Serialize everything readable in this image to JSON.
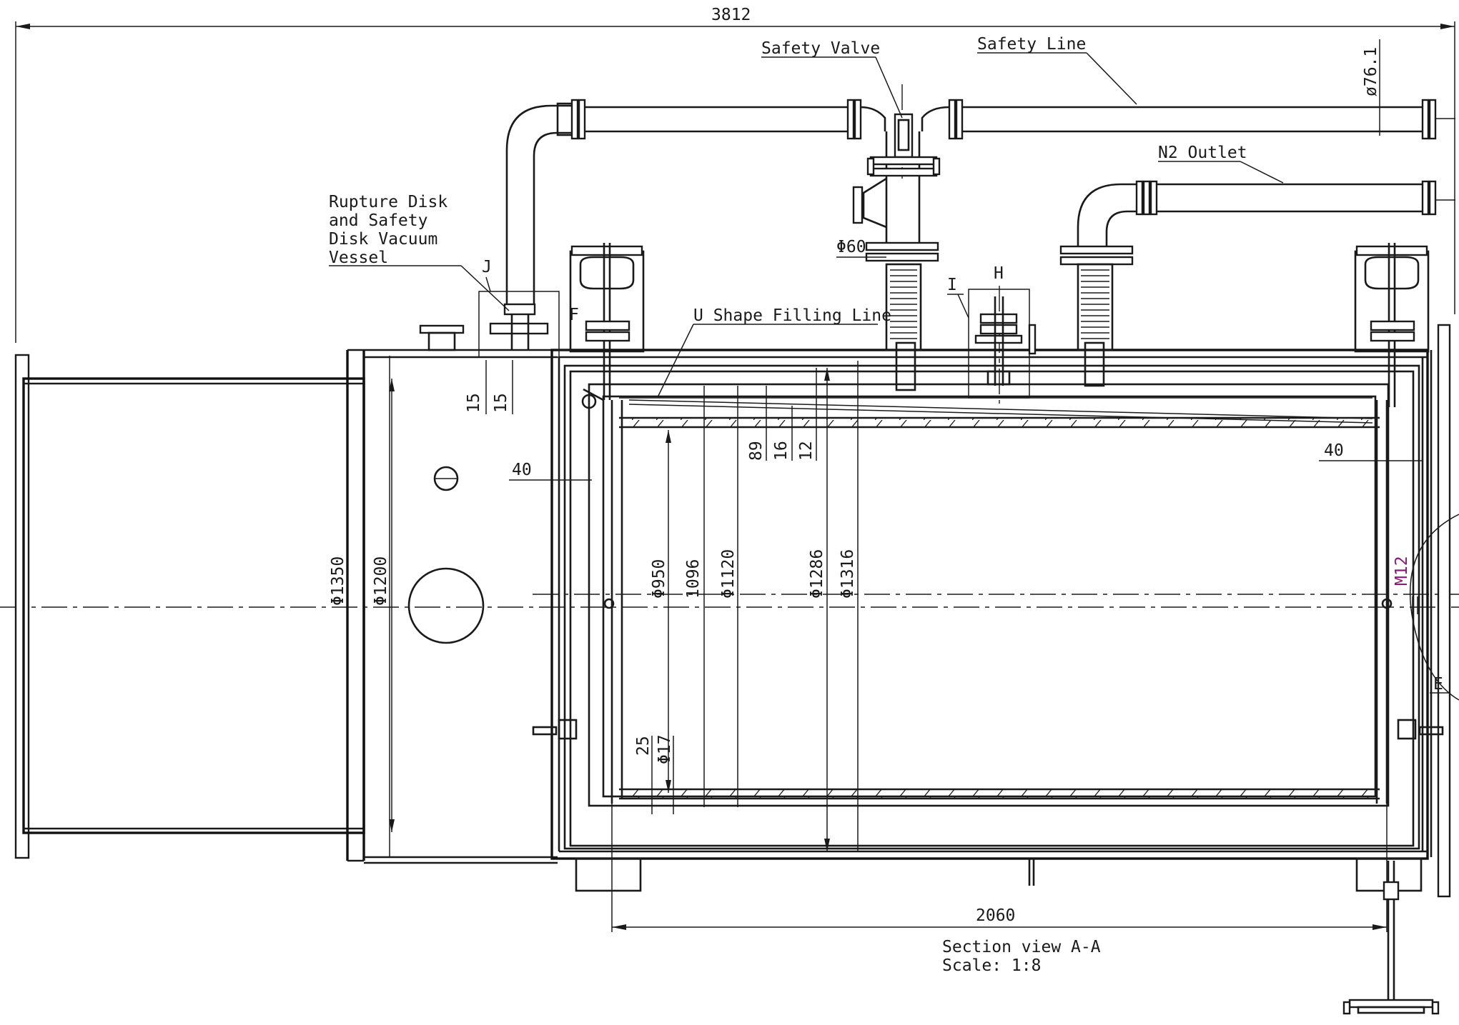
{
  "drawing": {
    "accent_color": "#8a1a7a",
    "labels": {
      "safety_valve": "Safety Valve",
      "safety_line": "Safety Line",
      "n2_outlet": "N2 Outlet",
      "rupture_1": "Rupture Disk",
      "rupture_2": "and Safety",
      "rupture_3": "Disk Vacuum",
      "rupture_4": "Vessel",
      "u_shape": "U Shape Filling Line",
      "detail_j": "J",
      "detail_h": "H",
      "detail_i": "I",
      "detail_f": "F",
      "detail_e": "E",
      "section_title": "Section view A-A",
      "scale": "Scale:  1:8"
    },
    "dimensions": {
      "overall_length": "3812",
      "safety_line_dia": "ø76.1",
      "pipe_60": "Φ60",
      "d15_a": "15",
      "d15_b": "15",
      "d40_left": "40",
      "d40_right": "40",
      "d89": "89",
      "d16": "16",
      "d12": "12",
      "d1350": "Φ1350",
      "d1200": "Φ1200",
      "d950": "Φ950",
      "d1096": "1096",
      "d1120": "Φ1120",
      "d1286": "Φ1286",
      "d1316": "Φ1316",
      "d25": "25",
      "d17": "Φ17",
      "d2060": "2060",
      "thread": "M12"
    }
  }
}
